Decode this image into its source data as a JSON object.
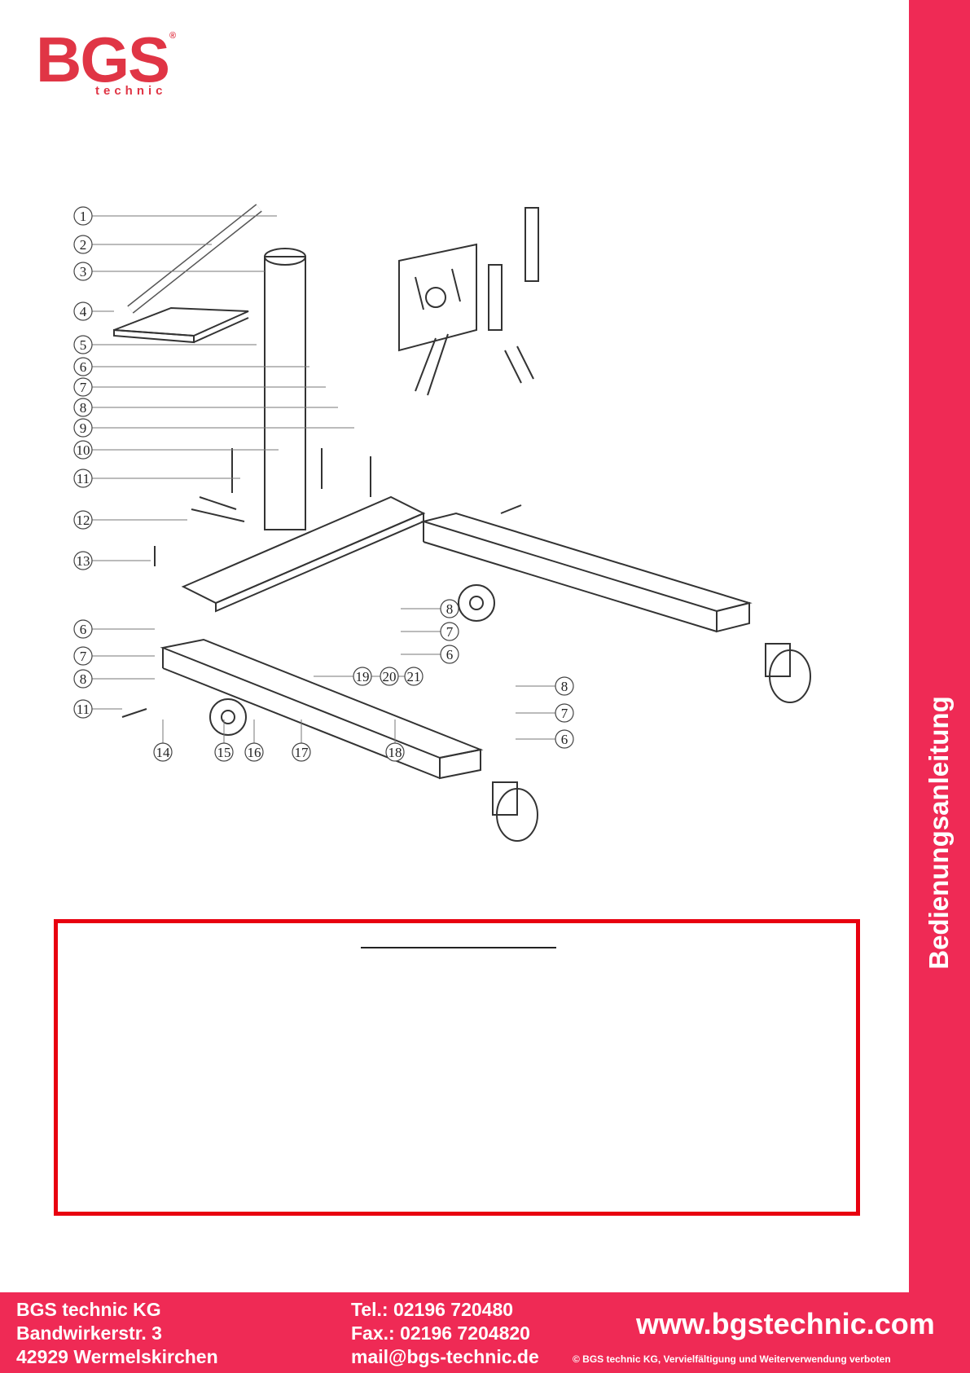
{
  "colors": {
    "brand": "#ef2a55",
    "logo": "#e03545",
    "frame": "#e8000f"
  },
  "logo": {
    "letters": "BGS",
    "subtitle": "technic",
    "registered": "®"
  },
  "side_label": "Bedienungsanleitung",
  "diagram": {
    "left_callouts": [
      "1",
      "2",
      "3",
      "4",
      "5",
      "6",
      "7",
      "8",
      "9",
      "10",
      "11",
      "12",
      "13",
      "6",
      "7",
      "8",
      "11",
      "14",
      "15",
      "16",
      "17",
      "18"
    ],
    "inner_callouts": [
      "8",
      "7",
      "6",
      "19",
      "20",
      "21",
      "8",
      "7",
      "6"
    ]
  },
  "footer": {
    "company": "BGS technic KG",
    "street": "Bandwirkerstr. 3",
    "city": "42929 Wermelskirchen",
    "tel": "Tel.: 02196 720480",
    "fax": "Fax.: 02196 7204820",
    "mail": "mail@bgs-technic.de",
    "website": "www.bgstechnic.com",
    "copyright": "© BGS technic KG, Vervielfältigung und Weiterverwendung verboten"
  }
}
